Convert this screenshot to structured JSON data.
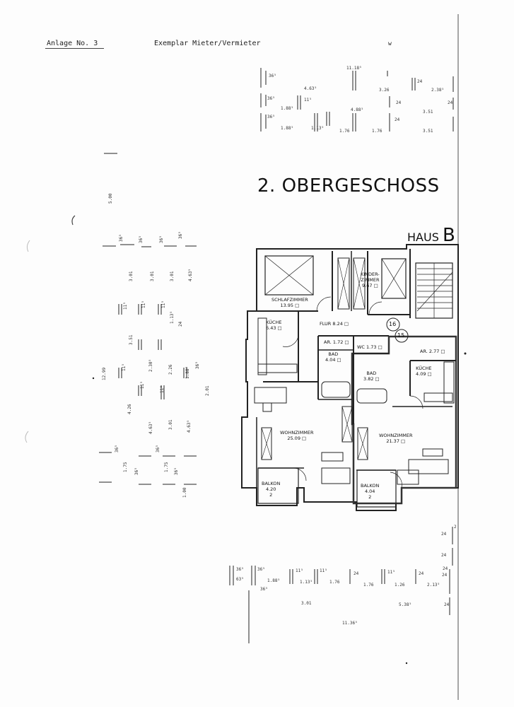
{
  "header": {
    "annex": "Anlage No. 3",
    "copy": "Exemplar Mieter/Vermieter",
    "mark": "w"
  },
  "title": "2. OBERGESCHOSS",
  "house": {
    "prefix": "HAUS",
    "letter": "B"
  },
  "unit_numbers": [
    "16",
    "15"
  ],
  "rooms": [
    {
      "name": "SCHLAFZIMMER",
      "area": "13.95 □"
    },
    {
      "name": "KINDER-",
      "name2": "ZIMMER",
      "area": "9.67 □"
    },
    {
      "name": "KÜCHE",
      "area": "6.43 □"
    },
    {
      "name": "FLUR",
      "area": "8.24 □"
    },
    {
      "name": "AR.",
      "area": "1.72 □"
    },
    {
      "name": "WC",
      "area": "1.73 □"
    },
    {
      "name": "BAD",
      "area": "4.04 □"
    },
    {
      "name": "AR.",
      "area": "2.77 □"
    },
    {
      "name": "BAD",
      "area": "3.82 □"
    },
    {
      "name": "KÜCHE",
      "area": "4.09 □"
    },
    {
      "name": "WOHNZIMMER",
      "area": "25.09 □"
    },
    {
      "name": "WOHNZIMMER",
      "area": "21.37 □"
    },
    {
      "name": "BALKON",
      "area": "4.20",
      "sub": "2"
    },
    {
      "name": "BALKON",
      "area": "4.04",
      "sub": "2"
    }
  ],
  "dims_top": [
    "11.18⁵",
    "36⁵",
    "4.63⁵",
    "3.26",
    "24",
    "2.38⁵",
    "36⁵",
    "1.88⁵",
    "11⁵",
    "4.88⁵",
    "24",
    "3.51",
    "24",
    "36⁵",
    "1.88⁵",
    "1.13⁵",
    "1.76",
    "1.76",
    "3.51",
    "24"
  ],
  "dims_left": [
    "5.00",
    "36⁵",
    "36⁵",
    "36⁵",
    "36⁵",
    "3.01",
    "3.01",
    "3.01",
    "4.63⁵",
    "11⁵",
    "11⁵",
    "11⁵",
    "3.51",
    "1.13⁵",
    "24",
    "12.99",
    "11⁵",
    "2.30⁵",
    "2.26",
    "1.88⁵",
    "36⁵",
    "11⁵",
    "11⁵",
    "2.01",
    "4.26",
    "4.63⁵",
    "3.01",
    "4.63⁵",
    "36⁵",
    "36⁵",
    "36⁵",
    "36⁵",
    "1.75",
    "1.75",
    "1.00"
  ],
  "dims_bottom": [
    "36⁵",
    "36⁵",
    "63⁵",
    "1.88⁵",
    "11⁵",
    "1.13⁵",
    "11⁵",
    "1.76",
    "24",
    "1.76",
    "11⁵",
    "1.26",
    "24",
    "2.13⁵",
    "24",
    "36⁵",
    "3.01",
    "5.38⁵",
    "11.36⁵"
  ],
  "dims_right": [
    "24",
    "2",
    "24",
    "24",
    "24"
  ]
}
